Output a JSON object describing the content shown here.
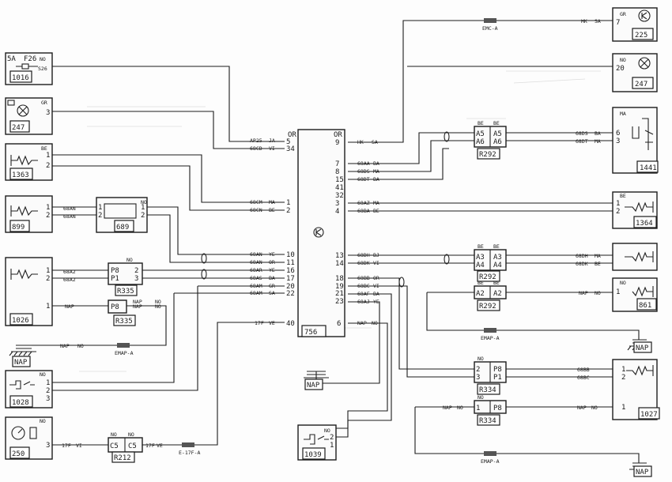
{
  "diagram": {
    "central_unit": {
      "id": "756",
      "left_inputs": [
        "OR",
        "5",
        "34",
        "1",
        "2",
        "10",
        "11",
        "16",
        "17",
        "20",
        "22",
        "40"
      ],
      "right_outputs": [
        "OR",
        "9",
        "7",
        "8",
        "15",
        "41",
        "32",
        "3",
        "4",
        "13",
        "14",
        "18",
        "19",
        "21",
        "23",
        "6"
      ]
    },
    "components": [
      {
        "id": "1016",
        "labels": [
          "5A",
          "F26",
          "NO",
          "S26"
        ]
      },
      {
        "id": "247",
        "labels": [
          "GR",
          "3"
        ]
      },
      {
        "id": "1363",
        "labels": [
          "BE",
          "1",
          "2"
        ]
      },
      {
        "id": "899",
        "labels": [
          "1",
          "2"
        ]
      },
      {
        "id": "689",
        "labels": [
          "NO",
          "1",
          "2",
          "1",
          "2"
        ]
      },
      {
        "id": "1026",
        "labels": [
          "1",
          "2",
          "1"
        ]
      },
      {
        "id": "1028",
        "labels": [
          "NO",
          "1",
          "2",
          "3"
        ]
      },
      {
        "id": "250",
        "labels": [
          "NO",
          "3"
        ]
      },
      {
        "id": "225",
        "labels": [
          "GR",
          "7"
        ]
      },
      {
        "id": "247",
        "labels": [
          "NO",
          "20"
        ]
      },
      {
        "id": "1441",
        "labels": [
          "MA",
          "6",
          "3"
        ]
      },
      {
        "id": "1364",
        "labels": [
          "BE",
          "1",
          "2"
        ]
      },
      {
        "id": "861",
        "labels": [
          "NO",
          "1"
        ]
      },
      {
        "id": "1027",
        "labels": [
          "1",
          "2",
          "1"
        ]
      },
      {
        "id": "1039",
        "labels": [
          "NO",
          "2",
          "1"
        ]
      }
    ],
    "connectors": [
      {
        "id": "R335",
        "labels": [
          "NO",
          "P8",
          "P1",
          "2",
          "3"
        ]
      },
      {
        "id": "R335",
        "labels": [
          "P8",
          "NAP",
          "NO"
        ]
      },
      {
        "id": "R212",
        "labels": [
          "NO",
          "C5",
          "NO",
          "C5"
        ]
      },
      {
        "id": "R292",
        "labels": [
          "BE",
          "A5",
          "A6",
          "BE",
          "A5",
          "A6"
        ]
      },
      {
        "id": "R292",
        "labels": [
          "BE",
          "A3",
          "A4",
          "BE",
          "A3",
          "A4"
        ]
      },
      {
        "id": "R292",
        "labels": [
          "BE",
          "A2",
          "BE",
          "A2"
        ]
      },
      {
        "id": "R334",
        "labels": [
          "NO",
          "2",
          "3",
          "P8",
          "P1"
        ]
      },
      {
        "id": "R334",
        "labels": [
          "NO",
          "1",
          "P8"
        ]
      }
    ],
    "wire_labels_left": [
      "AP25",
      "JA",
      "68CD",
      "VI",
      "68CM",
      "MA",
      "68CN",
      "BE",
      "68AN",
      "YE",
      "68AN",
      "OR",
      "68AR",
      "YE",
      "68AS",
      "BA",
      "68AM",
      "GR",
      "68AM",
      "SA",
      "17F",
      "VE",
      "68AN",
      "68AN",
      "68A2",
      "68A2",
      "NAP",
      "NAP",
      "NO",
      "NAP",
      "NO",
      "17F",
      "VI",
      "17F",
      "VE"
    ],
    "wire_labels_right": [
      "HK",
      "SA",
      "68AA",
      "BA",
      "68DS",
      "MA",
      "68DT",
      "BA",
      "68AZ",
      "MA",
      "68BA",
      "BE",
      "68DH",
      "BJ",
      "68DK",
      "VI",
      "68BB",
      "OR",
      "68BC",
      "VI",
      "68AF",
      "BA",
      "68AJ",
      "YE",
      "NAP",
      "NO",
      "HK",
      "SA",
      "68DS",
      "BA",
      "68DT",
      "MA",
      "68DH",
      "MA",
      "68DK",
      "BE",
      "NAP",
      "NO",
      "68BB",
      "68BC",
      "NAP",
      "NO",
      "NAP",
      "NO"
    ],
    "splice_labels": [
      "EMC-A",
      "EMAP-A",
      "EMAP-A",
      "EMAP-A",
      "E-17F-A"
    ],
    "ground_labels": [
      "NAP",
      "NAP",
      "NAP",
      "NAP"
    ]
  }
}
